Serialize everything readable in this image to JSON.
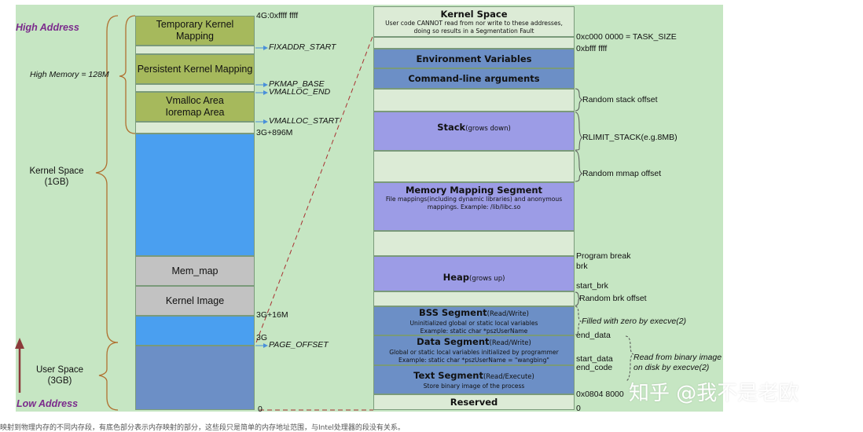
{
  "left_labels": {
    "high_address": "High Address",
    "high_memory": "High Memory = 128M",
    "kernel_space": "Kernel Space\n(1GB)",
    "user_space": "User Space\n(3GB)",
    "low_address": "Low Address"
  },
  "left_column": {
    "temporary_kernel_mapping": "Temporary Kernel Mapping",
    "persistent_kernel_mapping": "Persistent Kernel Mapping",
    "vmalloc_area": "Vmalloc Area\nIoremap Area",
    "mem_map": "Mem_map",
    "kernel_image": "Kernel Image"
  },
  "left_markers": {
    "top": "4G:0xffff ffff",
    "fixaddr_start": "FIXADDR_START",
    "pkmap_base": "PKMAP_BASE",
    "vmalloc_end": "VMALLOC_END",
    "vmalloc_start": "VMALLOC_START",
    "g896": "3G+896M",
    "g16": "3G+16M",
    "g3": "3G",
    "page_offset": "PAGE_OFFSET",
    "zero": "0"
  },
  "right_column": {
    "kernel_title": "Kernel Space",
    "kernel_desc": "User code CANNOT read from nor write to these addresses,\ndoing so results in a Segmentation Fault",
    "env": "Environment Variables",
    "cmdline": "Command-line arguments",
    "stack": "Stack",
    "stack_note": "(grows down)",
    "mmap_title": "Memory Mapping Segment",
    "mmap_desc": "File mappings(including dynamic libraries) and anonymous\nmappings. Example: /lib/libc.so",
    "heap": "Heap",
    "heap_note": "(grows up)",
    "bss_title": "BSS Segment",
    "bss_rw": "(Read/Write)",
    "bss_desc": "Uninitialized global or static local variables\nExample: static char *pszUserName",
    "data_title": "Data Segment",
    "data_rw": "(Read/Write)",
    "data_desc": "Global or static local variables initialized by programmer\nExample: static char *pszUserName = \"wangbing\"",
    "text_title": "Text Segment",
    "text_rx": "(Read/Execute)",
    "text_desc": "Store binary image of the process",
    "reserved": "Reserved"
  },
  "right_markers": {
    "task_size": "0xc000 0000 = TASK_SIZE",
    "bfff": "0xbfff ffff",
    "random_stack": "Random stack offset",
    "rlimit": "RLIMIT_STACK(e.g.8MB)",
    "random_mmap": "Random mmap offset",
    "program_break": "Program break\nbrk",
    "start_brk": "start_brk",
    "random_brk": "Random brk offset",
    "filled_zero": "Filled with zero by execve(2)",
    "end_data": "end_data",
    "read_binary": "Read from binary image\non disk by execve(2)",
    "start_data": "start_data\nend_code",
    "addr_08048": "0x0804 8000",
    "zero": "0"
  },
  "watermark": "知乎 @我不是老欧",
  "footer": "映射到物理内存的不同内存段，有底色部分表示内存映射的部分，这些段只是简单的内存地址范围，与Intel处理器的段没有关系。"
}
